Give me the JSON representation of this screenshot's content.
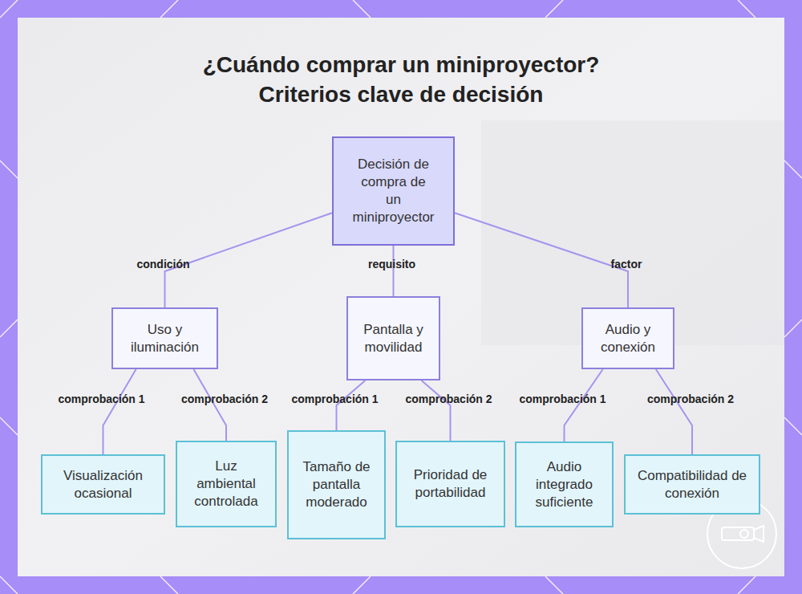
{
  "diagram": {
    "title": "¿Cuándo comprar un miniproyector? Criterios clave de decisión",
    "nodes": [
      {
        "text": [
          "Decisión de compra de un miniproyector"
        ]
      },
      {
        "text": [
          "Uso y iluminación"
        ]
      },
      {
        "text": [
          "Pantalla y movilidad"
        ]
      },
      {
        "text": [
          "Audio y conexión"
        ]
      },
      {
        "text": [
          "Visualización ocasional"
        ]
      },
      {
        "text": [
          "Luz ambiental controlada"
        ]
      },
      {
        "text": [
          "Tamaño de pantalla moderado"
        ]
      },
      {
        "text": [
          "Prioridad de portabilidad"
        ]
      },
      {
        "text": [
          "Audio integrado suficiente"
        ]
      },
      {
        "text": [
          "Compatibilidad de conexión"
        ]
      }
    ],
    "edges": [
      {
        "from": 0,
        "to": 1,
        "arrow": "none",
        "label": "condición"
      },
      {
        "from": 0,
        "to": 2,
        "arrow": "none",
        "label": "requisito"
      },
      {
        "from": 0,
        "to": 3,
        "arrow": "none",
        "label": "factor"
      },
      {
        "from": 1,
        "to": 4,
        "arrow": "none",
        "label": "comprobación 1"
      },
      {
        "from": 1,
        "to": 5,
        "arrow": "none",
        "label": "comprobación 2"
      },
      {
        "from": 2,
        "to": 6,
        "arrow": "none",
        "label": "comprobación 1"
      },
      {
        "from": 2,
        "to": 7,
        "arrow": "none",
        "label": "comprobación 2"
      },
      {
        "from": 3,
        "to": 8,
        "arrow": "none",
        "label": "comprobación 1"
      },
      {
        "from": 3,
        "to": 9,
        "arrow": "none",
        "label": "comprobación 2"
      }
    ]
  }
}
